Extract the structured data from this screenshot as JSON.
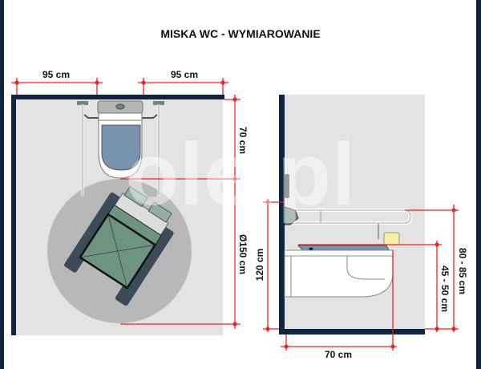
{
  "title": "MISKA WC - WYMIAROWANIE",
  "plan_view": {
    "left_clearance": "95 cm",
    "right_clearance": "95 cm",
    "bowl_depth": "70 cm",
    "turning_circle": "Ø150 cm"
  },
  "side_view": {
    "wall_height": "120 cm",
    "grab_bar_height": "80 - 85 cm",
    "seat_height": "45 - 50 cm",
    "bowl_projection": "70 cm"
  },
  "watermark": "ole.pl",
  "colors": {
    "frame": "#10233f",
    "dimension": "#ff1a1a",
    "floor": "#e3e3e3",
    "seat": "#7893ad",
    "wheelchair": "#6d9480"
  }
}
